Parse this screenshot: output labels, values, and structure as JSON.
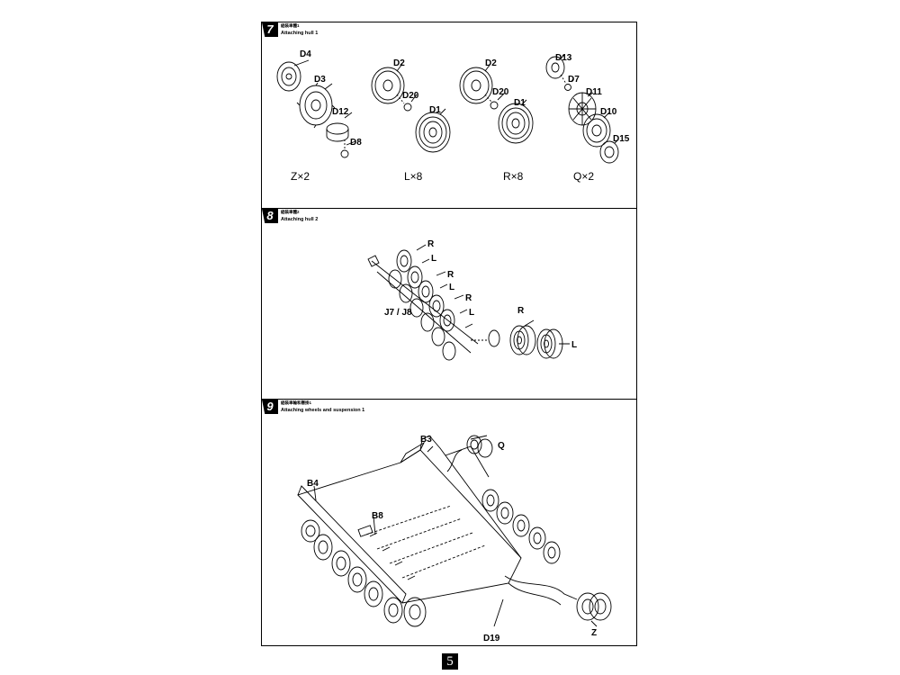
{
  "steps": [
    {
      "num": "7",
      "title_cn": "組裝車體1",
      "title_en": "Attaching hull 1",
      "groups": [
        {
          "labels": [
            "D4",
            "D3",
            "D12",
            "D8"
          ],
          "qty": "Z×2"
        },
        {
          "labels": [
            "D2",
            "D20",
            "D1"
          ],
          "qty": "L×8"
        },
        {
          "labels": [
            "D2",
            "D20",
            "D1"
          ],
          "qty": "R×8"
        },
        {
          "labels": [
            "D13",
            "D7",
            "D11",
            "D10",
            "D15"
          ],
          "qty": "Q×2"
        }
      ]
    },
    {
      "num": "8",
      "title_cn": "組裝車體2",
      "title_en": "Attaching hull 2",
      "labels": [
        "R",
        "L",
        "R",
        "L",
        "R",
        "L",
        "R",
        "L",
        "J7 / J8"
      ]
    },
    {
      "num": "9",
      "title_cn": "組裝車輪和懸掛1",
      "title_en": "Attaching wheels and suspension 1",
      "labels": [
        "B3",
        "Q",
        "B4",
        "B8",
        "D19",
        "Z"
      ]
    }
  ],
  "page_number": "5"
}
